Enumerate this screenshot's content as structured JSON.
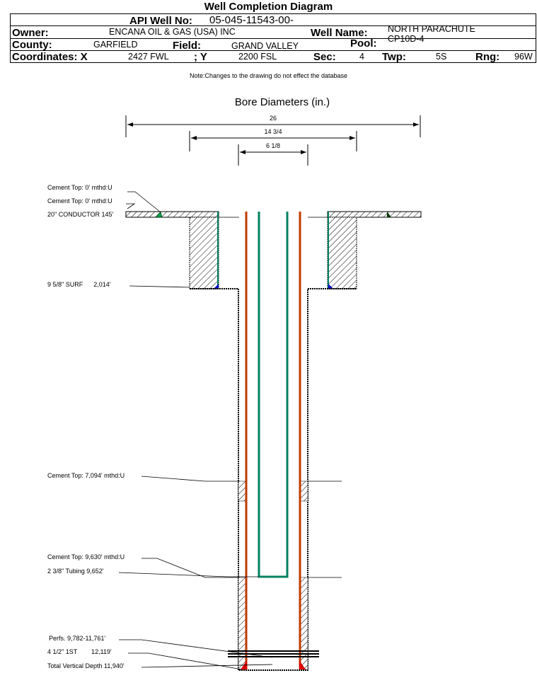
{
  "title": "Well Completion Diagram",
  "header": {
    "api_label": "API Well No:",
    "api_value": "05-045-11543-00-",
    "owner_label": "Owner:",
    "owner_value": "ENCANA OIL & GAS (USA) INC",
    "well_name_label": "Well Name:",
    "well_name_value_line1": "NORTH PARACHUTE",
    "well_name_value_line2": "CP10D-4",
    "county_label": "County:",
    "county_value": "GARFIELD",
    "field_label": "Field:",
    "field_value": "GRAND VALLEY",
    "pool_label": "Pool:",
    "pool_value": "",
    "coords_label": "Coordinates: X",
    "x_value": "2427 FWL",
    "y_label": "; Y",
    "y_value": "2200 FSL",
    "sec_label": "Sec:",
    "sec_value": "4",
    "twp_label": "Twp:",
    "twp_value": "5S",
    "rng_label": "Rng:",
    "rng_value": "96W"
  },
  "note": "Note:Changes to the drawing do not effect the database",
  "bore_diameters": {
    "title": "Bore Diameters (in.)",
    "items": [
      "26",
      "14 3/4",
      "6 1/8"
    ]
  },
  "annotations": {
    "cement_top_1": "Cement Top: 0' mthd:U",
    "cement_top_2": "Cement Top: 0' mthd:U",
    "conductor": "20\" CONDUCTOR  145'",
    "surface_casing": "9 5/8\" SURF      2,014'",
    "cement_top_7094": "Cement Top: 7,094' mthd:U",
    "cement_top_9630": "Cement Top: 9,630' mthd:U",
    "tubing": "2 3/8\" Tubing 9,652'",
    "perfs": "Perfs. 9,782-11,761'",
    "production_casing": "4 1/2\" 1ST        12,119'",
    "tvd": "Total Vertical Depth 11,940'"
  },
  "colors": {
    "casing": "#c03a00",
    "tubing": "#008060",
    "cement_fill_green": "#00a040",
    "cement_shoe_blue": "#0000cc",
    "shoe_red": "#e00000"
  }
}
